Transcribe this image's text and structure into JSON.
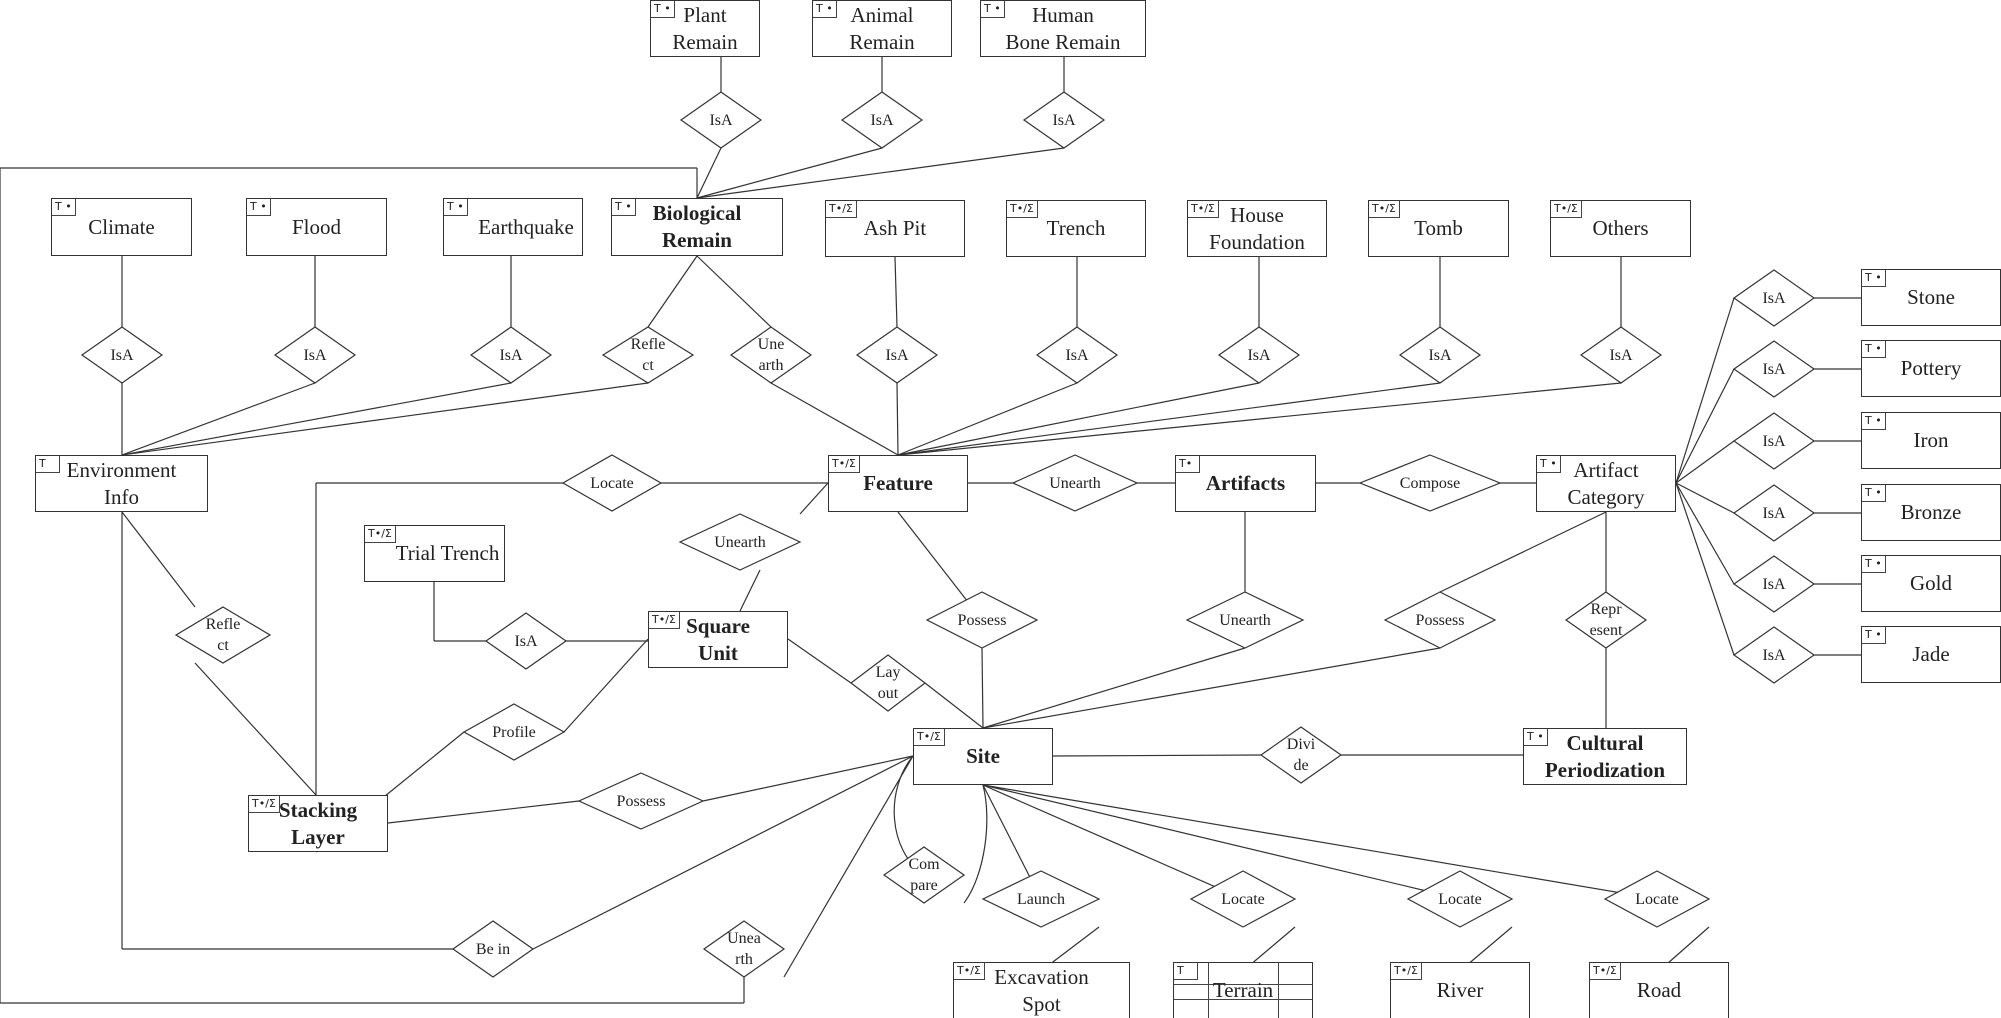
{
  "entities": [
    {
      "id": "plant",
      "lines": [
        "Plant",
        "Remain"
      ],
      "badge": "T •",
      "bold": false
    },
    {
      "id": "animal",
      "lines": [
        "Animal",
        "Remain"
      ],
      "badge": "T •",
      "bold": false
    },
    {
      "id": "human",
      "lines": [
        "Human",
        "Bone Remain"
      ],
      "badge": "T •",
      "bold": false
    },
    {
      "id": "climate",
      "lines": [
        "Climate"
      ],
      "badge": "T •",
      "bold": false
    },
    {
      "id": "flood",
      "lines": [
        "Flood"
      ],
      "badge": "T •",
      "bold": false
    },
    {
      "id": "earthquake",
      "lines": [
        "Earthquake"
      ],
      "badge": "T •",
      "bold": false
    },
    {
      "id": "bio",
      "lines": [
        "Biological",
        "Remain"
      ],
      "badge": "T •",
      "bold": true
    },
    {
      "id": "ashpit",
      "lines": [
        "Ash Pit"
      ],
      "badge": "T•/Σ",
      "bold": false
    },
    {
      "id": "trench",
      "lines": [
        "Trench"
      ],
      "badge": "T•/Σ",
      "bold": false
    },
    {
      "id": "house",
      "lines": [
        "House",
        "Foundation"
      ],
      "badge": "T•/Σ",
      "bold": false
    },
    {
      "id": "tomb",
      "lines": [
        "Tomb"
      ],
      "badge": "T•/Σ",
      "bold": false
    },
    {
      "id": "others",
      "lines": [
        "Others"
      ],
      "badge": "T•/Σ",
      "bold": false
    },
    {
      "id": "stone",
      "lines": [
        "Stone"
      ],
      "badge": "T •",
      "bold": false
    },
    {
      "id": "pottery",
      "lines": [
        "Pottery"
      ],
      "badge": "T •",
      "bold": false
    },
    {
      "id": "iron",
      "lines": [
        "Iron"
      ],
      "badge": "T •",
      "bold": false
    },
    {
      "id": "bronze",
      "lines": [
        "Bronze"
      ],
      "badge": "T •",
      "bold": false
    },
    {
      "id": "gold",
      "lines": [
        "Gold"
      ],
      "badge": "T •",
      "bold": false
    },
    {
      "id": "jade",
      "lines": [
        "Jade"
      ],
      "badge": "T •",
      "bold": false
    },
    {
      "id": "env",
      "lines": [
        "Environment",
        "Info"
      ],
      "badge": "T",
      "bold": false
    },
    {
      "id": "feature",
      "lines": [
        "Feature"
      ],
      "badge": "T•/Σ",
      "bold": true
    },
    {
      "id": "artifacts",
      "lines": [
        "Artifacts"
      ],
      "badge": "T•",
      "bold": true
    },
    {
      "id": "artcat",
      "lines": [
        "Artifact",
        "Category"
      ],
      "badge": "T •",
      "bold": false
    },
    {
      "id": "trial",
      "lines": [
        "Trial Trench"
      ],
      "badge": "T•/Σ",
      "bold": false
    },
    {
      "id": "square",
      "lines": [
        "Square",
        "Unit"
      ],
      "badge": "T•/Σ",
      "bold": true
    },
    {
      "id": "site",
      "lines": [
        "Site"
      ],
      "badge": "T•/Σ",
      "bold": true
    },
    {
      "id": "cultural",
      "lines": [
        "Cultural",
        "Periodization"
      ],
      "badge": "T •",
      "bold": true
    },
    {
      "id": "stacking",
      "lines": [
        "Stacking",
        "Layer"
      ],
      "badge": "T•/Σ",
      "bold": true
    },
    {
      "id": "excavation",
      "lines": [
        "Excavation",
        "Spot"
      ],
      "badge": "T•/Σ",
      "bold": false
    },
    {
      "id": "terrain",
      "lines": [
        "Terrain"
      ],
      "badge": "T",
      "bold": false
    },
    {
      "id": "river",
      "lines": [
        "River"
      ],
      "badge": "T•/Σ",
      "bold": false
    },
    {
      "id": "road",
      "lines": [
        "Road"
      ],
      "badge": "T•/Σ",
      "bold": false
    }
  ],
  "relationships": [
    {
      "id": "isa-plant",
      "lines": [
        "IsA"
      ]
    },
    {
      "id": "isa-animal",
      "lines": [
        "IsA"
      ]
    },
    {
      "id": "isa-human",
      "lines": [
        "IsA"
      ]
    },
    {
      "id": "isa-climate",
      "lines": [
        "IsA"
      ]
    },
    {
      "id": "isa-flood",
      "lines": [
        "IsA"
      ]
    },
    {
      "id": "isa-earthquake",
      "lines": [
        "IsA"
      ]
    },
    {
      "id": "reflect-bio",
      "lines": [
        "Refle",
        "ct"
      ]
    },
    {
      "id": "unearth-bio",
      "lines": [
        "Une",
        "arth"
      ]
    },
    {
      "id": "isa-ashpit",
      "lines": [
        "IsA"
      ]
    },
    {
      "id": "isa-trench",
      "lines": [
        "IsA"
      ]
    },
    {
      "id": "isa-house",
      "lines": [
        "IsA"
      ]
    },
    {
      "id": "isa-tomb",
      "lines": [
        "IsA"
      ]
    },
    {
      "id": "isa-others",
      "lines": [
        "IsA"
      ]
    },
    {
      "id": "isa-stone",
      "lines": [
        "IsA"
      ]
    },
    {
      "id": "isa-pottery",
      "lines": [
        "IsA"
      ]
    },
    {
      "id": "isa-iron",
      "lines": [
        "IsA"
      ]
    },
    {
      "id": "isa-bronze",
      "lines": [
        "IsA"
      ]
    },
    {
      "id": "isa-gold",
      "lines": [
        "IsA"
      ]
    },
    {
      "id": "isa-jade",
      "lines": [
        "IsA"
      ]
    },
    {
      "id": "locate-feature",
      "lines": [
        "Locate"
      ]
    },
    {
      "id": "unearth-feature-artifacts",
      "lines": [
        "Unearth"
      ]
    },
    {
      "id": "compose",
      "lines": [
        "Compose"
      ]
    },
    {
      "id": "unearth-square",
      "lines": [
        "Unearth"
      ]
    },
    {
      "id": "reflect-stacking",
      "lines": [
        "Refle",
        "ct"
      ]
    },
    {
      "id": "isa-trial",
      "lines": [
        "IsA"
      ]
    },
    {
      "id": "possess-feature",
      "lines": [
        "Possess"
      ]
    },
    {
      "id": "unearth-artifacts-site",
      "lines": [
        "Unearth"
      ]
    },
    {
      "id": "possess-artcat",
      "lines": [
        "Possess"
      ]
    },
    {
      "id": "represent",
      "lines": [
        "Repr",
        "esent"
      ]
    },
    {
      "id": "layout",
      "lines": [
        "Lay",
        "out"
      ]
    },
    {
      "id": "profile",
      "lines": [
        "Profile"
      ]
    },
    {
      "id": "divide",
      "lines": [
        "Divi",
        "de"
      ]
    },
    {
      "id": "possess-stacking",
      "lines": [
        "Possess"
      ]
    },
    {
      "id": "compare",
      "lines": [
        "Com",
        "pare"
      ]
    },
    {
      "id": "launch",
      "lines": [
        "Launch"
      ]
    },
    {
      "id": "locate-terrain",
      "lines": [
        "Locate"
      ]
    },
    {
      "id": "locate-river",
      "lines": [
        "Locate"
      ]
    },
    {
      "id": "locate-road",
      "lines": [
        "Locate"
      ]
    },
    {
      "id": "bein",
      "lines": [
        "Be in"
      ]
    },
    {
      "id": "unearth-bottom",
      "lines": [
        "Unea",
        "rth"
      ]
    }
  ]
}
